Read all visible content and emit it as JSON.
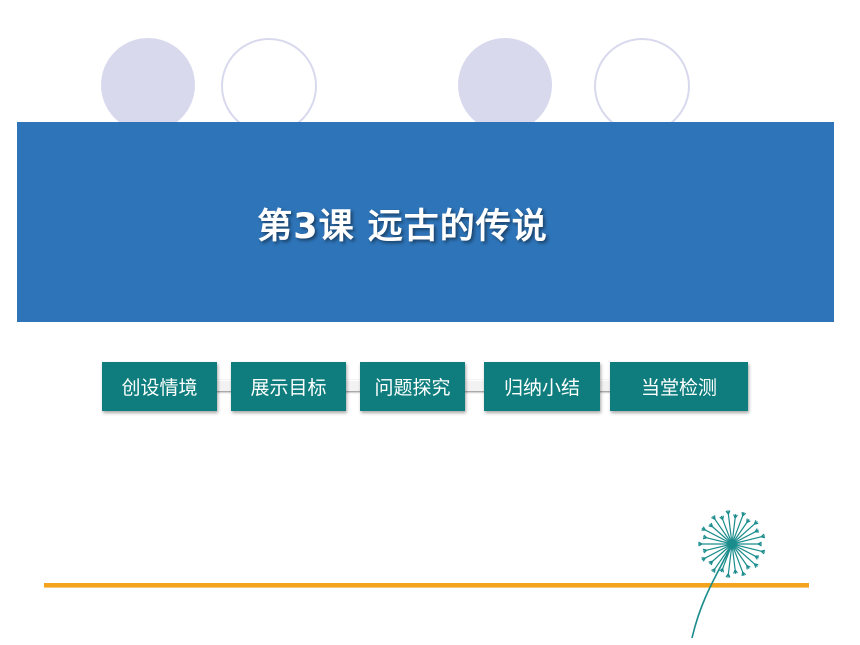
{
  "slide": {
    "title": "第3课  远古的传说"
  },
  "nav": {
    "items": [
      {
        "label": "创设情境"
      },
      {
        "label": "展示目标"
      },
      {
        "label": "问题探究"
      },
      {
        "label": "归纳小结"
      },
      {
        "label": "当堂检测"
      }
    ]
  },
  "colors": {
    "banner": "#2e74b8",
    "nav_button": "#0f7d7d",
    "circle": "#d9d9ee",
    "rule": "#f3a31c",
    "dandelion": "#1a8c8c"
  },
  "icons": {
    "decoration": "dandelion-icon"
  }
}
